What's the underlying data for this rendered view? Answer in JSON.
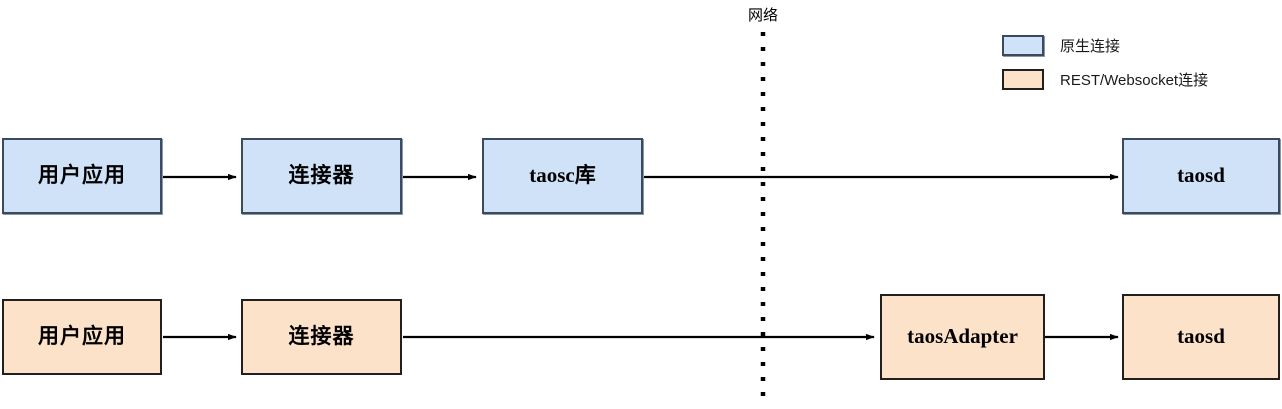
{
  "diagram": {
    "network_divider_label": "网络",
    "colors": {
      "native_fill": "#cfe2f7",
      "native_border": "#3b4a5c",
      "rest_fill": "#fbe2c8",
      "rest_border": "#231f1c",
      "arrow": "#000000",
      "background": "#ffffff"
    },
    "rows": [
      {
        "id": "native-row",
        "connection_type": "native",
        "nodes": [
          {
            "id": "native-user-app",
            "label": "用户应用"
          },
          {
            "id": "native-connector",
            "label": "连接器"
          },
          {
            "id": "native-taosc",
            "label": "taosc库"
          },
          {
            "id": "native-taosd",
            "label": "taosd"
          }
        ]
      },
      {
        "id": "rest-row",
        "connection_type": "rest",
        "nodes": [
          {
            "id": "rest-user-app",
            "label": "用户应用"
          },
          {
            "id": "rest-connector",
            "label": "连接器"
          },
          {
            "id": "rest-taosadapter",
            "label": "taosAdapter"
          },
          {
            "id": "rest-taosd",
            "label": "taosd"
          }
        ]
      }
    ],
    "legend": {
      "items": [
        {
          "id": "legend-native",
          "swatch": "native",
          "label": "原生连接"
        },
        {
          "id": "legend-rest",
          "swatch": "rest",
          "label": "REST/Websocket连接"
        }
      ]
    }
  }
}
